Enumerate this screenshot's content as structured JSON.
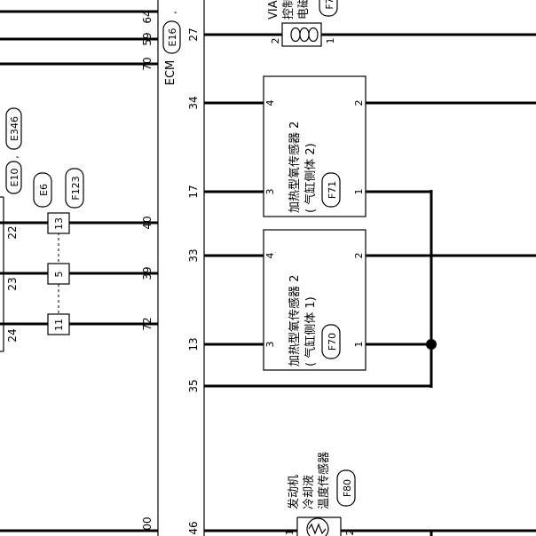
{
  "left_pins": [
    "64",
    "59",
    "70"
  ],
  "ecm": {
    "label": "ECM",
    "connectors": [
      "E16",
      "E10",
      "E346",
      "E6",
      "F123"
    ],
    "pins": {
      "p27": "27",
      "p34": "34",
      "p17": "17",
      "p33": "33",
      "p13": "13",
      "p35": "35",
      "p46": "46",
      "p40": "40",
      "p39": "39",
      "p72": "72",
      "p100": "00"
    }
  },
  "harness": {
    "connector_left_pins": [
      "22",
      "23",
      "24"
    ],
    "joint_pins": [
      "13",
      "5",
      "11"
    ]
  },
  "sensor2": {
    "name": "加热型氧传感器 2",
    "sub": "( 气缸侧体 2)",
    "connector": "F71",
    "pins": {
      "p4": "4",
      "p3": "3",
      "p2": "2",
      "p1": "1"
    }
  },
  "sensor1": {
    "name": "加热型氧传感器 2",
    "sub": "( 气缸侧体 1)",
    "connector": "F70",
    "pins": {
      "p4": "4",
      "p3": "3",
      "p2": "2",
      "p1": "1"
    }
  },
  "coolant_sensor": {
    "lines": [
      "发动机",
      "冷却液",
      "温度传感器"
    ],
    "connector": "F80",
    "pins": {
      "p1": "1",
      "p2": "2"
    }
  },
  "via_valve": {
    "lines": [
      "VIA",
      "控制",
      "电磁"
    ],
    "connector": "F7",
    "pins": {
      "p2": "2",
      "p1": "1"
    }
  },
  "colors": {
    "line": "#000000",
    "background": "#ffffff"
  }
}
